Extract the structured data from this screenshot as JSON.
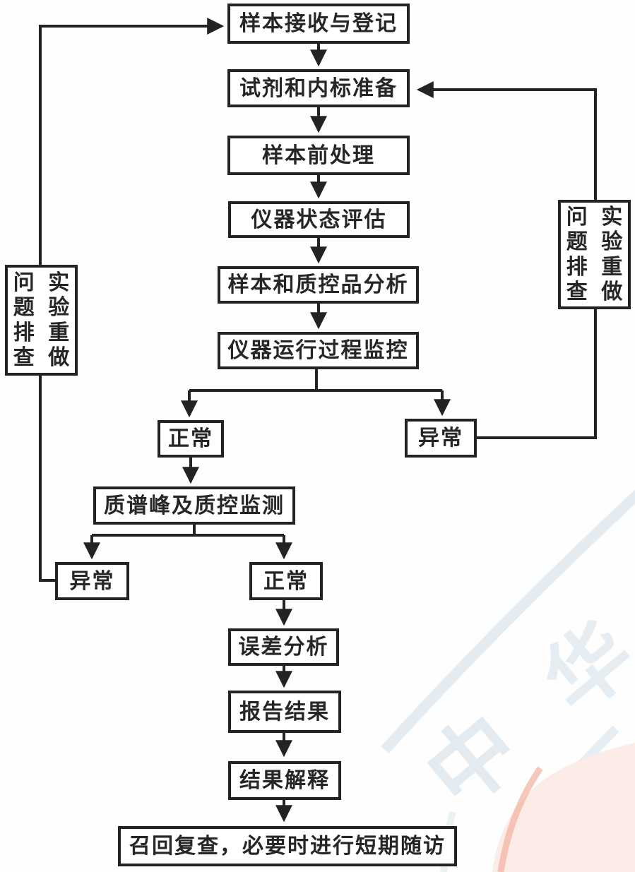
{
  "diagram": {
    "type": "flowchart",
    "language": "zh-CN",
    "description_labels_only": true
  },
  "nodes": {
    "sample_receipt": {
      "label": "样本接收与登记"
    },
    "reagent_prep": {
      "label": "试剂和内标准备"
    },
    "sample_pretreatment": {
      "label": "样本前处理"
    },
    "instrument_status": {
      "label": "仪器状态评估"
    },
    "sample_qc_analysis": {
      "label": "样本和质控品分析"
    },
    "instrument_monitoring": {
      "label": "仪器运行过程监控"
    },
    "monitor_normal": {
      "label": "正常"
    },
    "monitor_abnormal": {
      "label": "异常"
    },
    "ms_peak_qc": {
      "label": "质谱峰及质控监测"
    },
    "peak_abnormal": {
      "label": "异常"
    },
    "peak_normal": {
      "label": "正常"
    },
    "error_analysis": {
      "label": "误差分析"
    },
    "report_results": {
      "label": "报告结果"
    },
    "result_interpretation": {
      "label": "结果解释"
    },
    "recall_review": {
      "label": "召回复查，必要时进行短期随访"
    },
    "troubleshoot_left": {
      "label": "问题排查 实验重做",
      "col_left": "问题排查",
      "col_right": "实验重做"
    },
    "troubleshoot_right": {
      "label": "问题排查 实验重做",
      "col_left": "问题排查",
      "col_right": "实验重做"
    }
  },
  "edges": [
    {
      "from": "sample_receipt",
      "to": "reagent_prep"
    },
    {
      "from": "reagent_prep",
      "to": "sample_pretreatment"
    },
    {
      "from": "sample_pretreatment",
      "to": "instrument_status"
    },
    {
      "from": "instrument_status",
      "to": "sample_qc_analysis"
    },
    {
      "from": "sample_qc_analysis",
      "to": "instrument_monitoring"
    },
    {
      "from": "instrument_monitoring",
      "to": "monitor_normal"
    },
    {
      "from": "instrument_monitoring",
      "to": "monitor_abnormal"
    },
    {
      "from": "monitor_normal",
      "to": "ms_peak_qc"
    },
    {
      "from": "ms_peak_qc",
      "to": "peak_abnormal"
    },
    {
      "from": "ms_peak_qc",
      "to": "peak_normal"
    },
    {
      "from": "peak_normal",
      "to": "error_analysis"
    },
    {
      "from": "error_analysis",
      "to": "report_results"
    },
    {
      "from": "report_results",
      "to": "result_interpretation"
    },
    {
      "from": "result_interpretation",
      "to": "recall_review"
    },
    {
      "from": "monitor_abnormal",
      "to": "reagent_prep",
      "via": "troubleshoot_right"
    },
    {
      "from": "peak_abnormal",
      "to": "sample_receipt",
      "via": "troubleshoot_left"
    }
  ],
  "watermark": {
    "char1": "中",
    "char2": "华",
    "arc_color": "#e4ecf2",
    "pink_color": "#fcece8",
    "red_arc_color": "#f2b09e"
  },
  "colors": {
    "line": "#232323",
    "box_border": "#232323",
    "box_background": "#ffffff",
    "text": "#262626",
    "page_background": "#fefefe"
  }
}
